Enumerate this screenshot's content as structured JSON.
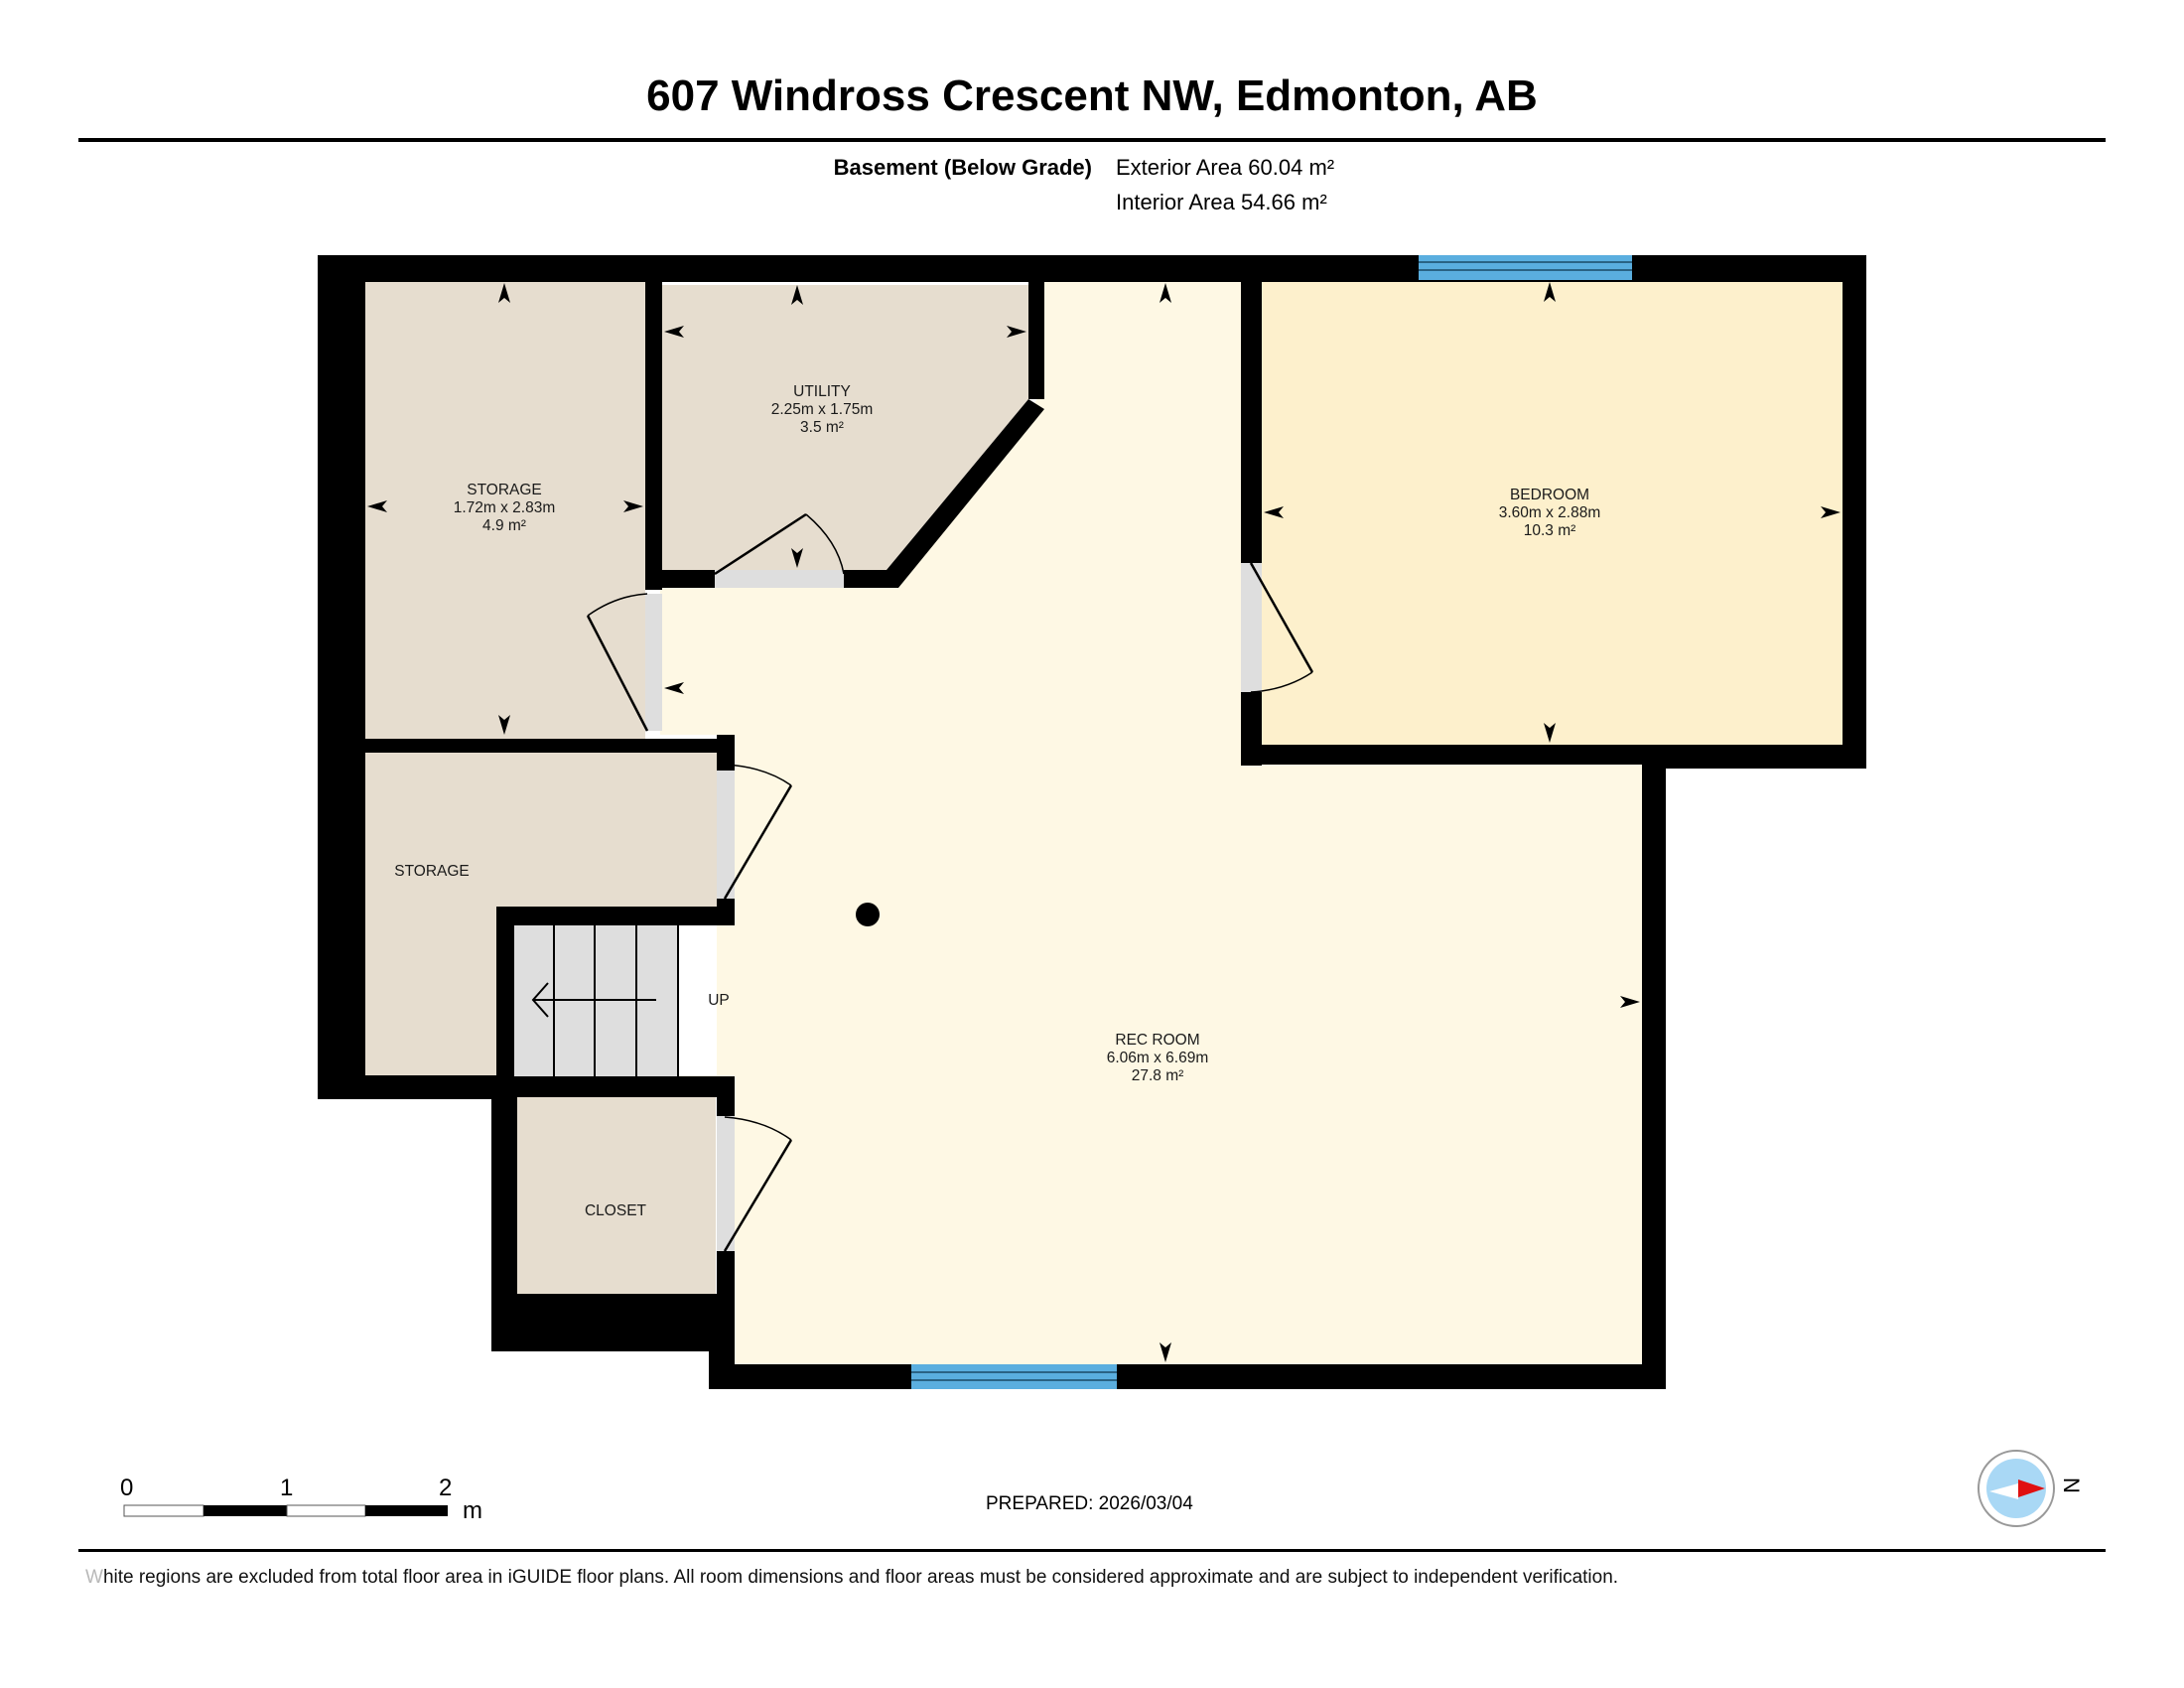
{
  "header": {
    "title": "607 Windross Crescent NW, Edmonton, AB"
  },
  "floor_summary": {
    "floor_label": "Basement (Below Grade)",
    "exterior_area": "Exterior Area 60.04 m²",
    "interior_area": "Interior Area 54.66 m²"
  },
  "rooms": [
    {
      "name": "STORAGE",
      "dimensions": "1.72m x 2.83m",
      "area": "4.9 m²"
    },
    {
      "name": "UTILITY",
      "dimensions": "2.25m x 1.75m",
      "area": "3.5 m²"
    },
    {
      "name": "BEDROOM",
      "dimensions": "3.60m x 2.88m",
      "area": "10.3 m²"
    },
    {
      "name": "STORAGE"
    },
    {
      "name": "CLOSET"
    },
    {
      "name": "REC ROOM",
      "dimensions": "6.06m x 6.69m",
      "area": "27.8 m²"
    }
  ],
  "stairs": {
    "label": "UP"
  },
  "colors": {
    "wall": "#000000",
    "storage_fill": "#e8dfd0",
    "bedroom_fill": "#fdf0cc",
    "rec_fill": "#fef8e4",
    "door_fill": "#dedede",
    "window_fill": "#5aaedf",
    "compass_fill": "#a9d8f5",
    "compass_needle": "#e01010"
  },
  "scale_bar": {
    "ticks": [
      "0",
      "1",
      "2"
    ],
    "unit": "m"
  },
  "footer": {
    "prepared": "PREPARED: 2026/03/04",
    "disclaimer_first": "W",
    "disclaimer_rest": "hite regions are excluded from total floor area in iGUIDE floor plans. All room dimensions and floor areas must be considered approximate and are subject to independent verification."
  },
  "compass": {
    "label": "N"
  }
}
